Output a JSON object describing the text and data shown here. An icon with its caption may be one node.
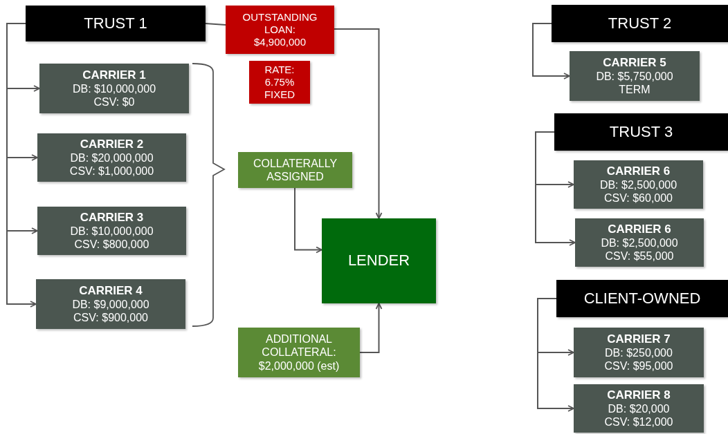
{
  "diagram": {
    "nodes": [
      {
        "text": [
          "TRUST 1"
        ]
      },
      {
        "text": [
          "OUTSTANDING LOAN: $4,900,000"
        ]
      },
      {
        "text": [
          "RATE: 6.75% FIXED"
        ]
      },
      {
        "text": [
          "CARRIER 1",
          "DB: $10,000,000",
          "CSV: $0"
        ]
      },
      {
        "text": [
          "CARRIER 2",
          "DB: $20,000,000",
          "CSV: $1,000,000"
        ]
      },
      {
        "text": [
          "CARRIER 3",
          "DB: $10,000,000",
          "CSV: $800,000"
        ]
      },
      {
        "text": [
          "CARRIER 4",
          "DB: $9,000,000",
          "CSV: $900,000"
        ]
      },
      {
        "text": [
          "COLLATERALLY ASSIGNED"
        ]
      },
      {
        "text": [
          "LENDER"
        ]
      },
      {
        "text": [
          "ADDITIONAL COLLATERAL: $2,000,000 (est)"
        ]
      },
      {
        "text": [
          "TRUST 2"
        ]
      },
      {
        "text": [
          "CARRIER 5",
          "DB: $5,750,000",
          "TERM"
        ]
      },
      {
        "text": [
          "TRUST 3"
        ]
      },
      {
        "text": [
          "CARRIER 6",
          "DB: $2,500,000",
          "CSV: $60,000"
        ]
      },
      {
        "text": [
          "CARRIER 6",
          "DB: $2,500,000",
          "CSV: $55,000"
        ]
      },
      {
        "text": [
          "CLIENT-OWNED"
        ]
      },
      {
        "text": [
          "CARRIER 7",
          "DB: $250,000",
          "CSV: $95,000"
        ]
      },
      {
        "text": [
          "CARRIER 8",
          "DB: $20,000",
          "CSV: $12,000"
        ]
      }
    ],
    "edges": [
      {
        "from": 0,
        "to": 3,
        "arrow": "to"
      },
      {
        "from": 0,
        "to": 4,
        "arrow": "to"
      },
      {
        "from": 0,
        "to": 5,
        "arrow": "to"
      },
      {
        "from": 0,
        "to": 6,
        "arrow": "to"
      },
      {
        "from": 0,
        "to": 1,
        "arrow": "none"
      },
      {
        "from": 1,
        "to": 8,
        "arrow": "to"
      },
      {
        "from": 7,
        "to": 8,
        "arrow": "to"
      },
      {
        "from": 9,
        "to": 8,
        "arrow": "to"
      },
      {
        "from": 10,
        "to": 11,
        "arrow": "to"
      },
      {
        "from": 12,
        "to": 13,
        "arrow": "to"
      },
      {
        "from": 12,
        "to": 14,
        "arrow": "to"
      },
      {
        "from": 15,
        "to": 16,
        "arrow": "to"
      },
      {
        "from": 15,
        "to": 17,
        "arrow": "to"
      }
    ]
  }
}
